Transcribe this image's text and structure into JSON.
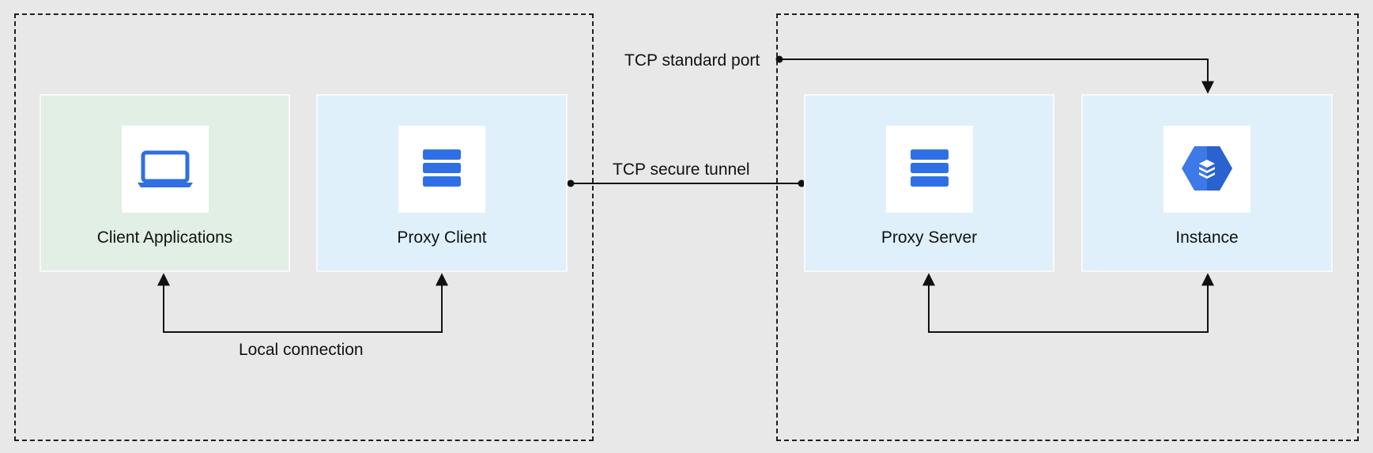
{
  "colors": {
    "background": "#e8e8e8",
    "client_card": "#e2efe4",
    "proxy_card": "#dff0fb",
    "icon_blue": "#2f6fe4",
    "line": "#111111"
  },
  "nodes": {
    "client_applications": {
      "label": "Client Applications",
      "icon": "laptop-icon"
    },
    "proxy_client": {
      "label": "Proxy Client",
      "icon": "server-stack-icon"
    },
    "proxy_server": {
      "label": "Proxy Server",
      "icon": "server-stack-icon"
    },
    "instance": {
      "label": "Instance",
      "icon": "database-instance-icon"
    }
  },
  "connections": {
    "local": "Local connection",
    "tunnel": "TCP secure tunnel",
    "standard": "TCP standard port"
  }
}
